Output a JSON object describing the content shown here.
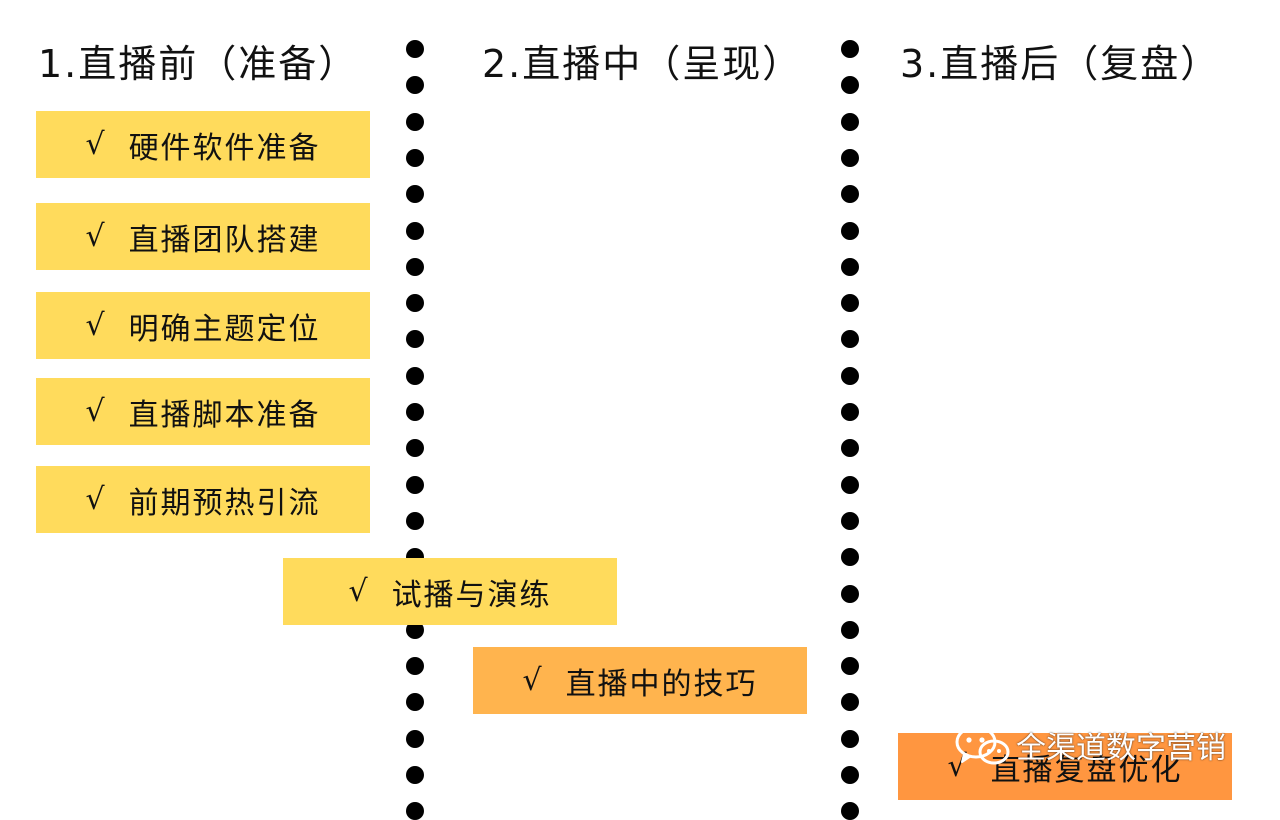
{
  "headings": [
    "1.直播前（准备）",
    "2.直播中（呈现）",
    "3.直播后（复盘）"
  ],
  "check_mark": "√",
  "items": [
    "硬件软件准备",
    "直播团队搭建",
    "明确主题定位",
    "直播脚本准备",
    "前期预热引流",
    "试播与演练",
    "直播中的技巧",
    "直播复盘优化"
  ],
  "colors": {
    "yellow": "#FFDB5C",
    "light_orange": "#FFB44E",
    "orange": "#FF9640",
    "divider": "#000000"
  },
  "icons": {
    "watermark_logo": "wechat-logo-icon"
  },
  "watermark": "全渠道数字营销"
}
